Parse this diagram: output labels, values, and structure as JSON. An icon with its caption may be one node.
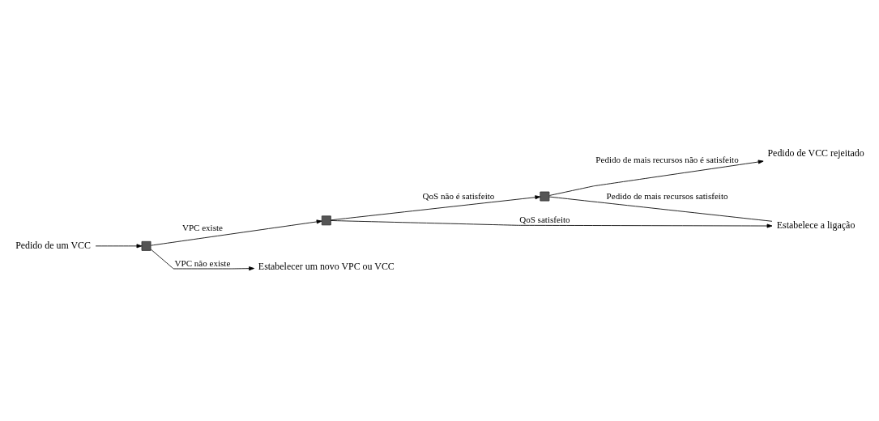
{
  "diagram": {
    "nodes": [
      {
        "text": [
          "Pedido de um VCC"
        ]
      },
      {
        "text": [],
        "shape": "box"
      },
      {
        "text": [],
        "shape": "box"
      },
      {
        "text": [],
        "shape": "box"
      },
      {
        "text": [
          "Estabelece a ligação"
        ]
      },
      {
        "text": [
          "Pedido de VCC rejeitado"
        ]
      },
      {
        "text": [
          "Estabelecer um novo VPC ou VCC"
        ]
      }
    ],
    "edges": [
      {
        "from": 0,
        "to": 1,
        "arrow": "to"
      },
      {
        "from": 1,
        "to": 2,
        "arrow": "to",
        "label": "VPC existe"
      },
      {
        "from": 2,
        "to": 4,
        "arrow": "to",
        "label": "QoS satisfeito"
      },
      {
        "from": 2,
        "to": 3,
        "arrow": "to",
        "label": "QoS não é satisfeito"
      },
      {
        "from": 3,
        "to": 4,
        "arrow": "none",
        "label": "Pedido de mais recursos satisfeito"
      },
      {
        "from": 3,
        "to": 5,
        "arrow": "to",
        "label": "Pedido de mais recursos não é satisfeito"
      },
      {
        "from": 1,
        "to": 6,
        "arrow": "to",
        "label": "VPC não existe"
      }
    ]
  }
}
